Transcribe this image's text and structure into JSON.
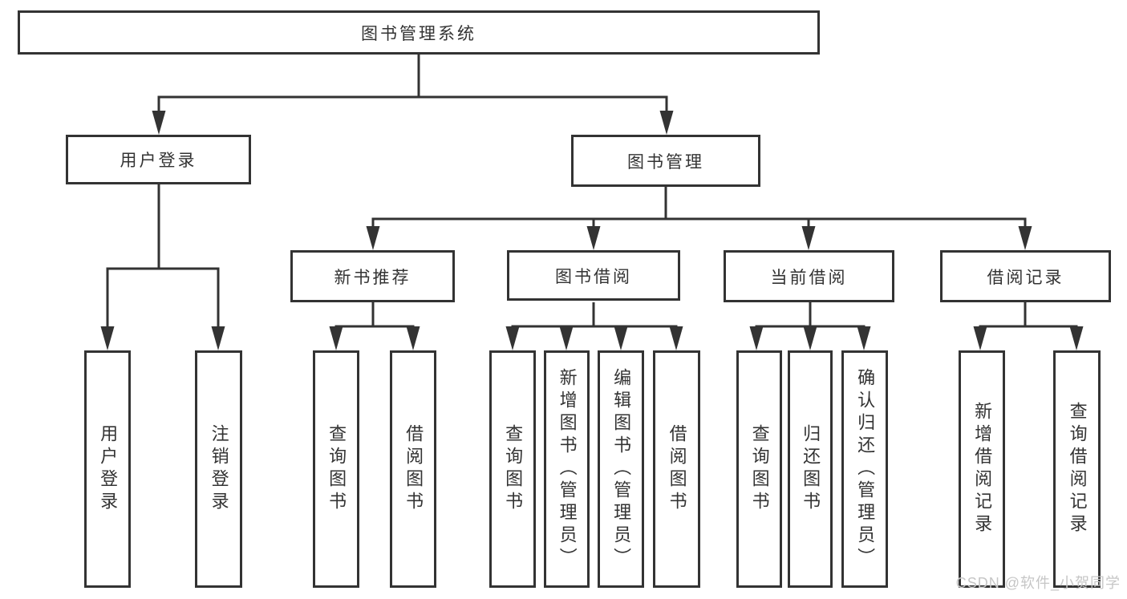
{
  "tree": {
    "label": "图书管理系统",
    "children": [
      {
        "label": "用户登录",
        "children": [
          {
            "label": "用户登录"
          },
          {
            "label": "注销登录"
          }
        ]
      },
      {
        "label": "图书管理",
        "children": [
          {
            "label": "新书推荐",
            "children": [
              {
                "label": "查询图书"
              },
              {
                "label": "借阅图书"
              }
            ]
          },
          {
            "label": "图书借阅",
            "children": [
              {
                "label": "查询图书"
              },
              {
                "label": "新增图书（管理员）"
              },
              {
                "label": "编辑图书（管理员）"
              },
              {
                "label": "借阅图书"
              }
            ]
          },
          {
            "label": "当前借阅",
            "children": [
              {
                "label": "查询图书"
              },
              {
                "label": "归还图书"
              },
              {
                "label": "确认归还（管理员）"
              }
            ]
          },
          {
            "label": "借阅记录",
            "children": [
              {
                "label": "新增借阅记录"
              },
              {
                "label": "查询借阅记录"
              }
            ]
          }
        ]
      }
    ]
  },
  "watermark": {
    "text": "CSDN @软件_小贺同学"
  },
  "colors": {
    "line": "#333333",
    "text": "#333333",
    "box_background": "#ffffff",
    "watermark": "#c6c6c6"
  }
}
